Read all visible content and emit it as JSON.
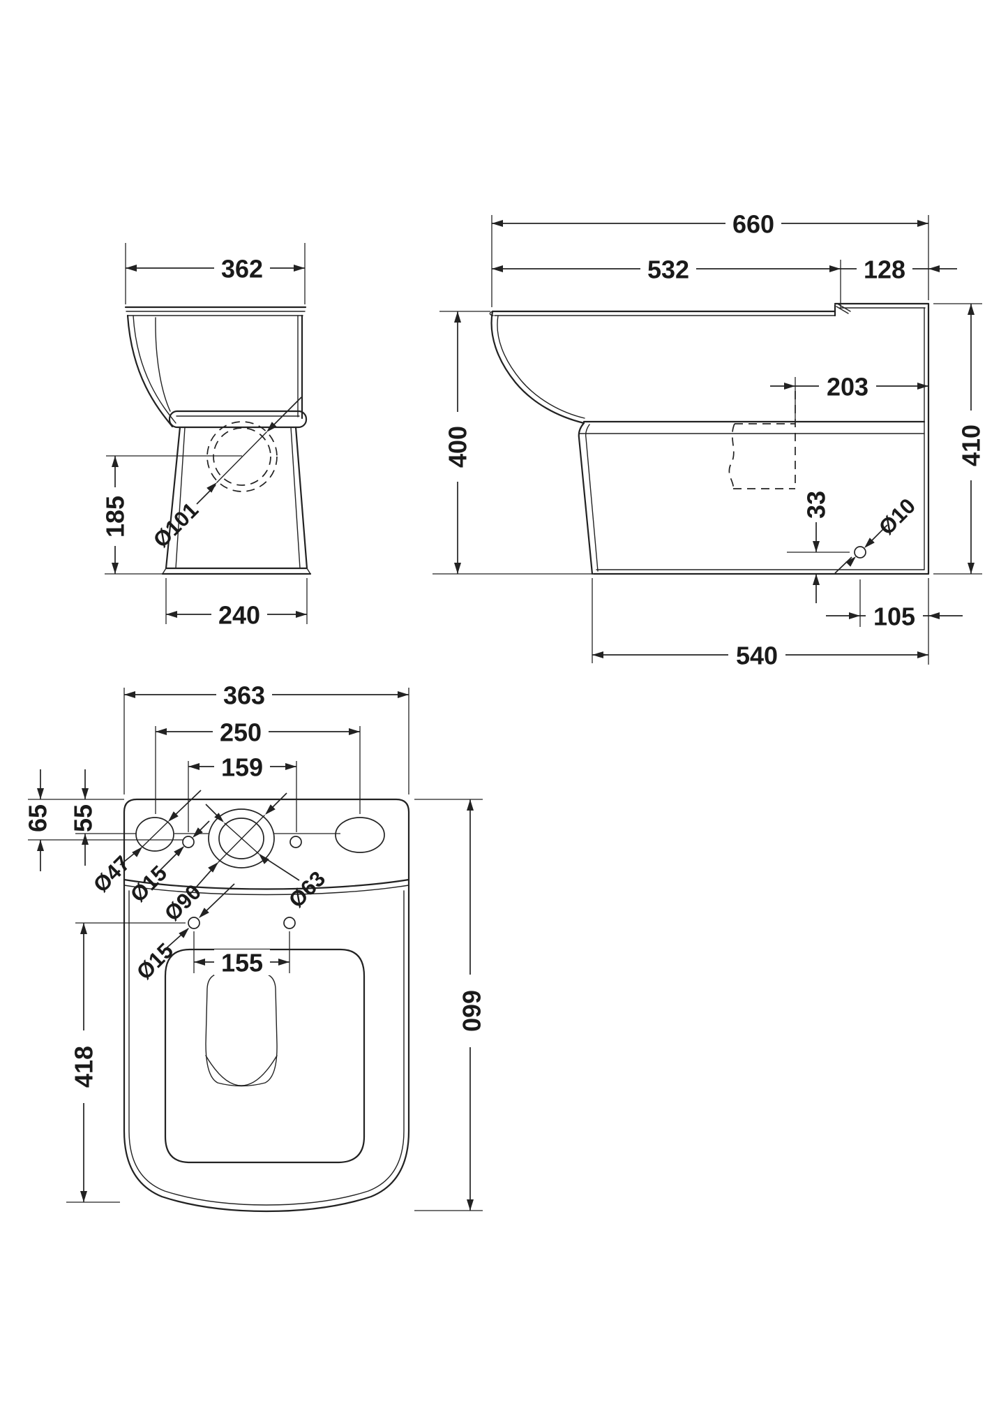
{
  "drawing": {
    "background": "#ffffff",
    "line_color": "#222222",
    "views": {
      "front": {
        "width": "362",
        "base_width": "240",
        "outlet_height": "185",
        "outlet_diameter": "Ø101"
      },
      "side": {
        "overall_depth": "660",
        "pan_depth": "532",
        "ledge": "128",
        "inlet_offset": "203",
        "front_height": "400",
        "overall_height": "410",
        "fixing_height": "33",
        "fixing_diameter": "Ø10",
        "fixing_offset": "105",
        "base_depth": "540"
      },
      "plan": {
        "width": "363",
        "fixing_span_outer": "250",
        "fixing_span_inner": "159",
        "offset_left_outer": "65",
        "offset_left_inner": "55",
        "hole_left": "Ø47",
        "hole_small_top": "Ø15",
        "flush_outer": "Ø90",
        "flush_inner": "Ø63",
        "hole_small_mid": "Ø15",
        "seat_fixing_span": "155",
        "bowl_length": "418",
        "overall_depth": "660"
      }
    }
  }
}
